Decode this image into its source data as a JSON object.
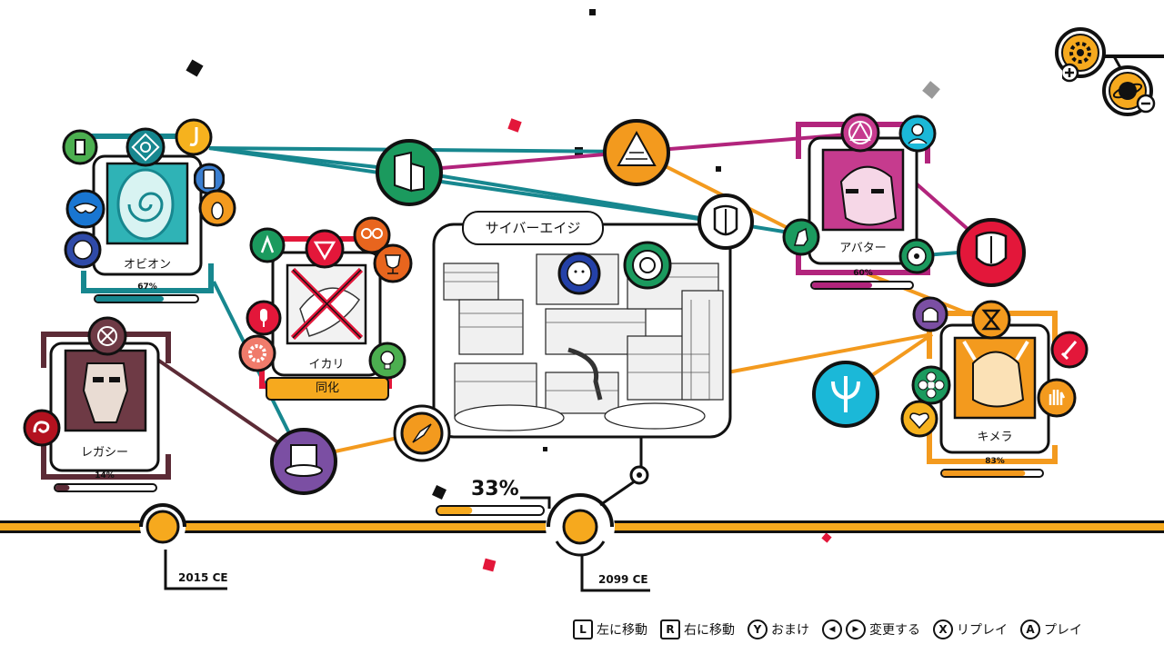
{
  "timeline": {
    "left_label": "2015 CE",
    "right_label": "2099 CE",
    "progress_percent": "33%",
    "progress_fraction": 0.33
  },
  "world": {
    "title": "サイバーエイジ"
  },
  "cards": {
    "obion": {
      "name": "オビオン",
      "percent": "67%",
      "fraction": 0.67
    },
    "ikari": {
      "name": "イカリ",
      "status": "同化"
    },
    "legacy": {
      "name": "レガシー",
      "percent": "14%",
      "fraction": 0.14
    },
    "avatar": {
      "name": "アバター",
      "percent": "60%",
      "fraction": 0.6
    },
    "chimera": {
      "name": "キメラ",
      "percent": "83%",
      "fraction": 0.83
    }
  },
  "controls": {
    "left_key": "L",
    "left_label": "左に移動",
    "right_key": "R",
    "right_label": "右に移動",
    "y_key": "Y",
    "y_label": "おまけ",
    "change_label": "変更する",
    "x_key": "X",
    "x_label": "リプレイ",
    "a_key": "A",
    "a_label": "プレイ"
  },
  "colors": {
    "teal": "#17878f",
    "magenta": "#b2247c",
    "orange": "#f39a1e",
    "maroon": "#5c2b36",
    "red": "#e3173a",
    "timeline": "#f6a91e",
    "purple": "#7b4fa3",
    "green": "#1b9a5e"
  },
  "icons": [
    "gear-plus-icon",
    "planet-minus-icon",
    "pyramid-icon",
    "building-icon",
    "mask-icon",
    "hat-icon",
    "compass-icon",
    "trident-icon",
    "lion-icon",
    "ring-icon"
  ]
}
